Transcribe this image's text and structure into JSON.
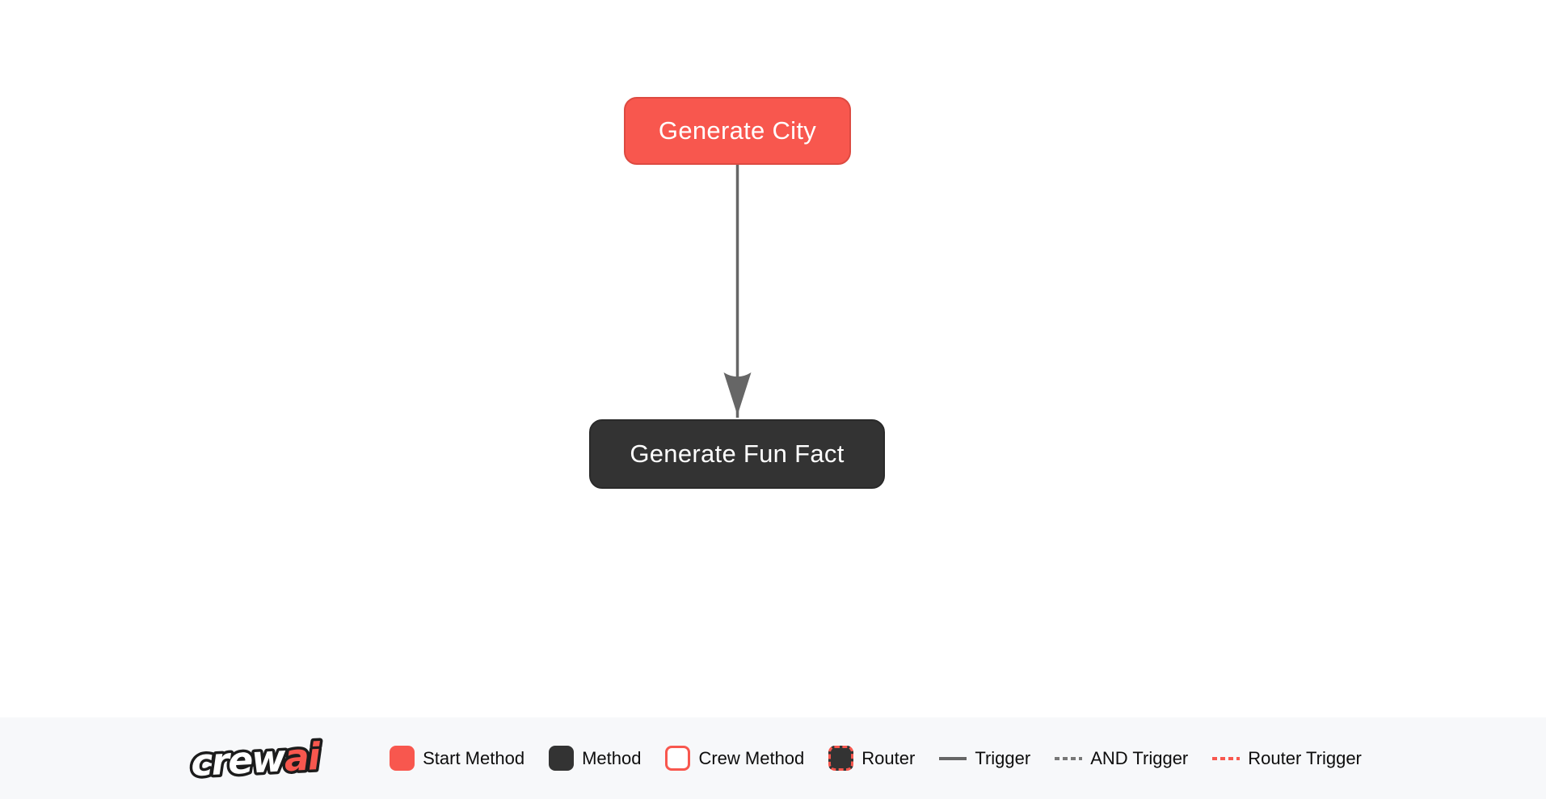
{
  "flow": {
    "nodes": [
      {
        "id": "generate_city",
        "label": "Generate City",
        "type": "start_method"
      },
      {
        "id": "generate_fun_fact",
        "label": "Generate Fun Fact",
        "type": "method"
      }
    ],
    "edges": [
      {
        "from": "generate_city",
        "to": "generate_fun_fact",
        "type": "trigger"
      }
    ]
  },
  "legend": {
    "logo": {
      "crew": "crew",
      "ai": "ai"
    },
    "items": [
      {
        "label": "Start Method",
        "swatch": "start-method-box"
      },
      {
        "label": "Method",
        "swatch": "method-box"
      },
      {
        "label": "Crew Method",
        "swatch": "crew-method-box"
      },
      {
        "label": "Router",
        "swatch": "router-box"
      },
      {
        "label": "Trigger",
        "swatch": "solid-line"
      },
      {
        "label": "AND Trigger",
        "swatch": "dashed-line"
      },
      {
        "label": "Router Trigger",
        "swatch": "dashed-red-line"
      }
    ]
  },
  "colors": {
    "background": "#FFFFFF",
    "legend_background": "#F7F8FA",
    "start_method": "#F8574E",
    "method": "#333333",
    "crew_method_border": "#F8574E",
    "router_border": "#F8574E",
    "trigger_edge": "#666666",
    "and_trigger_edge": "#777777",
    "router_trigger_edge": "#F8574E",
    "node_text": "#FFFFFF",
    "legend_text": "#0D0D0D"
  }
}
